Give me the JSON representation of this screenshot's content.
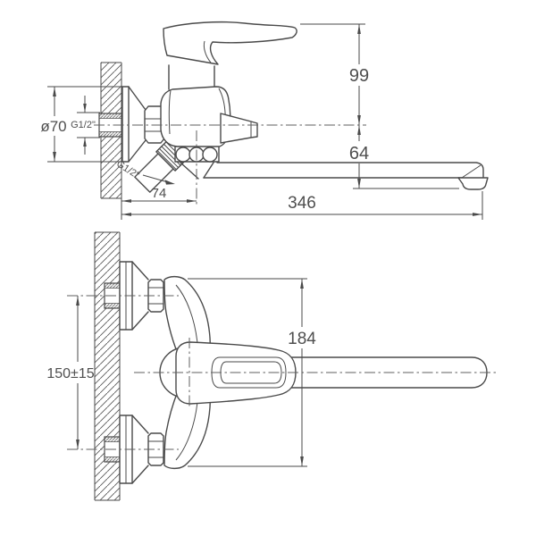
{
  "drawing": {
    "background": "#ffffff",
    "line_color": "#4a4a4a",
    "text_color": "#4f4f4f",
    "labels": {
      "escutcheon_diameter": "ø70",
      "inlet_thread": "G1/2\"",
      "shower_thread": "G1/2\"",
      "handle_height": "99",
      "spout_drop": "64",
      "spout_reach": "346",
      "wall_to_spout_axis": "74",
      "inlet_spacing": "150±15",
      "overall_height": "184"
    }
  }
}
